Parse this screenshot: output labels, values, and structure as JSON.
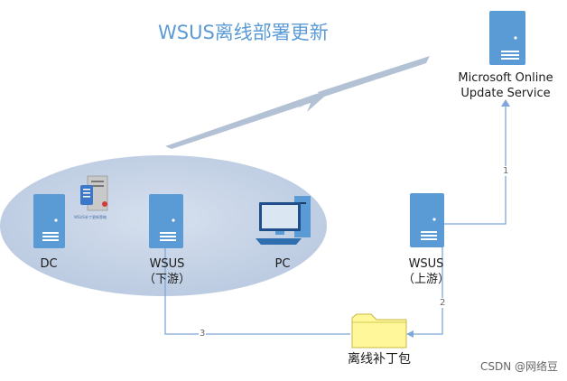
{
  "title": "WSUS离线部署更新",
  "nodes": {
    "ms_update": {
      "line1": "Microsoft Online",
      "line2": "Update Service"
    },
    "dc": {
      "label": "DC"
    },
    "wsus_down": {
      "line1": "WSUS",
      "line2": "（下游）"
    },
    "pc": {
      "label": "PC"
    },
    "wsus_up": {
      "line1": "WSUS",
      "line2": "（上游）"
    },
    "patch": {
      "label": "离线补丁包"
    }
  },
  "steps": [
    "1",
    "2",
    "3"
  ],
  "watermark": "CSDN @网络豆",
  "colors": {
    "server": "#5b9bd5",
    "line": "#7fa7d9",
    "ellipse": "#c6d4e8",
    "folder": "#fff799"
  }
}
